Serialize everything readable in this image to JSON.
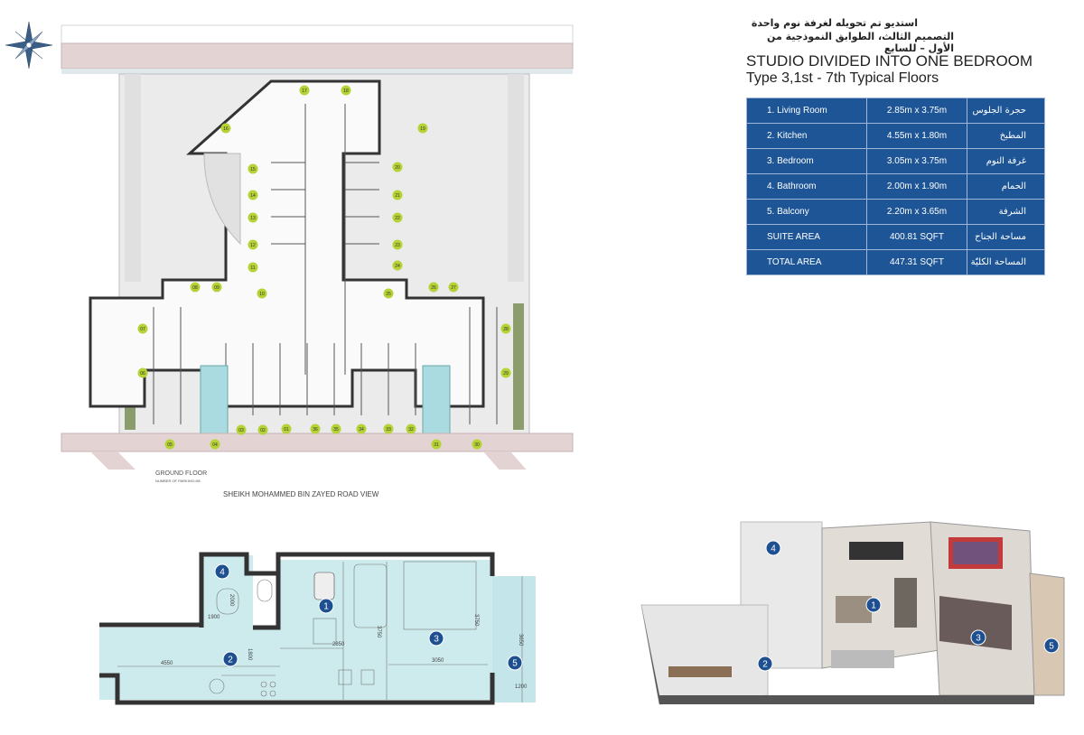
{
  "header": {
    "arabic_line1": "استديو تم تحويله لغرفة نوم واحدة",
    "arabic_line2": "التصميم الثالث، الطوابق النموذجية من الأول – للسابع",
    "title": "STUDIO DIVIDED INTO ONE BEDROOM",
    "subtitle": "Type 3,1st - 7th Typical Floors"
  },
  "room_table": [
    {
      "label": "1. Living Room",
      "size": "2.85m x 3.75m",
      "arabic": "حجرة الجلوس"
    },
    {
      "label": "2. Kitchen",
      "size": "4.55m x 1.80m",
      "arabic": "المطبخ"
    },
    {
      "label": "3. Bedroom",
      "size": "3.05m x 3.75m",
      "arabic": "غرفة النوم"
    },
    {
      "label": "4. Bathroom",
      "size": "2.00m x 1.90m",
      "arabic": "الحمام"
    },
    {
      "label": "5. Balcony",
      "size": "2.20m x 3.65m",
      "arabic": "الشرفة"
    },
    {
      "label": "SUITE AREA",
      "size": "400.81 SQFT",
      "arabic": "مساحة الجناح"
    },
    {
      "label": "TOTAL AREA",
      "size": "447.31 SQFT",
      "arabic": "المساحة الكليّة"
    }
  ],
  "site_plan": {
    "floor_label": "GROUND FLOOR",
    "parking_note": "NUMBER OF PARKING=58",
    "road_caption": "SHEIKH MOHAMMED BIN ZAYED ROAD VIEW",
    "unit_markers": [
      "17",
      "18",
      "16",
      "19",
      "15",
      "20",
      "14",
      "21",
      "13",
      "22",
      "12",
      "23",
      "11",
      "24",
      "08",
      "09",
      "10",
      "25",
      "26",
      "27",
      "07",
      "28",
      "06",
      "29",
      "05",
      "04",
      "03",
      "02",
      "01",
      "36",
      "35",
      "34",
      "33",
      "32",
      "31",
      "30"
    ],
    "marker_color": "#b5d334"
  },
  "floor_plan": {
    "room_numbers": [
      "1",
      "2",
      "3",
      "4",
      "5"
    ],
    "dimensions": [
      "2000",
      "1900",
      "4550",
      "1800",
      "2850",
      "3750",
      "3050",
      "3750",
      "3650",
      "1200"
    ],
    "fill_color": "#cdeaec"
  },
  "render_3d": {
    "room_numbers": [
      "4",
      "1",
      "2",
      "3",
      "5"
    ]
  },
  "accent_color": "#1d5597"
}
